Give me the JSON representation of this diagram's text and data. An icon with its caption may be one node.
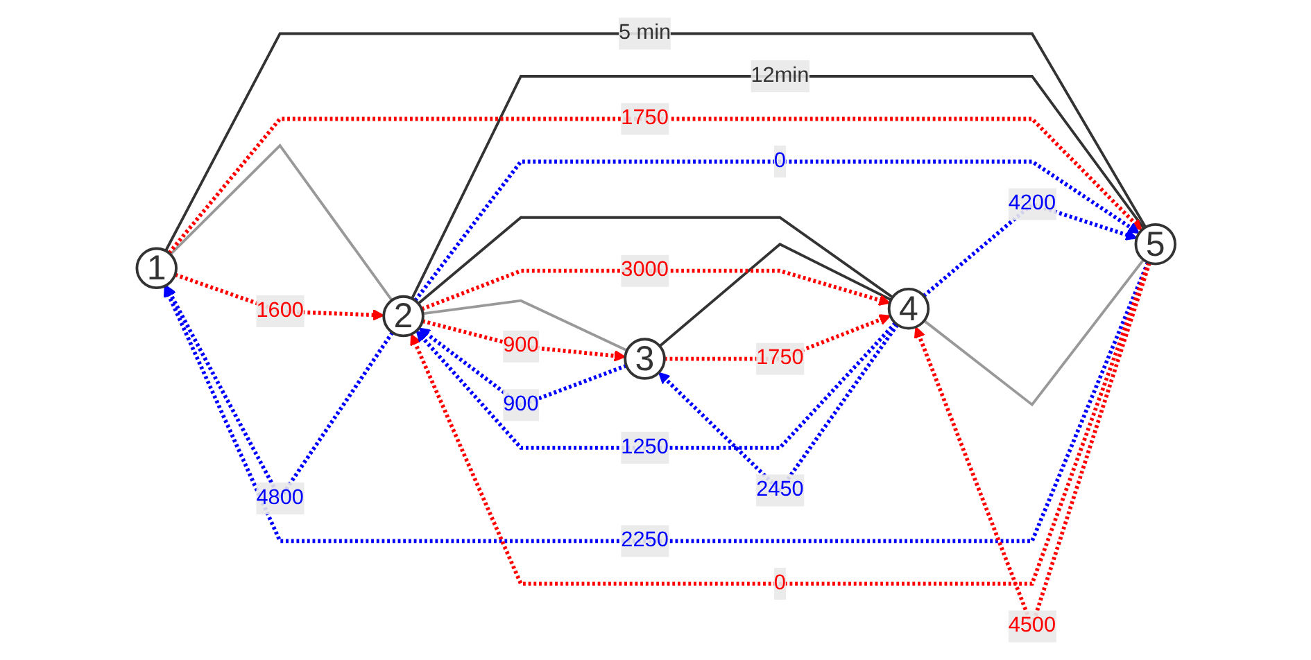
{
  "diagram": {
    "nodes": [
      {
        "text": [
          "1"
        ]
      },
      {
        "text": [
          "2"
        ]
      },
      {
        "text": [
          "3"
        ]
      },
      {
        "text": [
          "5"
        ]
      },
      {
        "text": [
          "4"
        ]
      }
    ],
    "edges": [
      {
        "from": 0,
        "to": 1,
        "arrow": "none",
        "color": "#999999"
      },
      {
        "from": 1,
        "to": 2,
        "arrow": "none",
        "color": "#999999"
      },
      {
        "from": 0,
        "to": 3,
        "arrow": "none",
        "color": "#333333",
        "label": "5 min"
      },
      {
        "from": 1,
        "to": 3,
        "arrow": "none",
        "color": "#333333",
        "label": "12min"
      },
      {
        "from": 1,
        "to": 4,
        "arrow": "none",
        "color": "#333333"
      },
      {
        "from": 2,
        "to": 4,
        "arrow": "none",
        "color": "#333333"
      },
      {
        "from": 3,
        "to": 4,
        "arrow": "none",
        "color": "#999999"
      },
      {
        "from": 0,
        "to": 1,
        "arrow": "to",
        "style": "dashed",
        "color": "#ff0000",
        "label": "1600"
      },
      {
        "from": 1,
        "to": 0,
        "arrow": "to",
        "style": "dashed",
        "color": "#0000ff",
        "label": "4800"
      },
      {
        "from": 1,
        "to": 2,
        "arrow": "to",
        "style": "dashed",
        "color": "#ff0000",
        "label": "900"
      },
      {
        "from": 2,
        "to": 1,
        "arrow": "to",
        "style": "dashed",
        "color": "#0000ff",
        "label": "900"
      },
      {
        "from": 0,
        "to": 3,
        "arrow": "to",
        "style": "dashed",
        "color": "#ff0000",
        "label": "1750"
      },
      {
        "from": 3,
        "to": 0,
        "arrow": "to",
        "style": "dashed",
        "color": "#0000ff",
        "label": "2250"
      },
      {
        "from": 3,
        "to": 1,
        "arrow": "to",
        "style": "dashed",
        "color": "#ff0000",
        "label": "0"
      },
      {
        "from": 1,
        "to": 3,
        "arrow": "to",
        "style": "dashed",
        "color": "#0000ff",
        "label": "0"
      },
      {
        "from": 1,
        "to": 4,
        "arrow": "to",
        "style": "dashed",
        "color": "#ff0000",
        "label": "3000"
      },
      {
        "from": 4,
        "to": 1,
        "arrow": "to",
        "style": "dashed",
        "color": "#0000ff",
        "label": "1250"
      },
      {
        "from": 4,
        "to": 2,
        "arrow": "to",
        "style": "dashed",
        "color": "#0000ff",
        "label": "2450"
      },
      {
        "from": 2,
        "to": 4,
        "arrow": "to",
        "style": "dashed",
        "color": "#ff0000",
        "label": "1750"
      },
      {
        "from": 4,
        "to": 3,
        "arrow": "to",
        "style": "dashed",
        "color": "#0000ff",
        "label": "4200"
      },
      {
        "from": 3,
        "to": 4,
        "arrow": "to",
        "style": "dashed",
        "color": "#ff0000",
        "label": "4500"
      }
    ]
  }
}
